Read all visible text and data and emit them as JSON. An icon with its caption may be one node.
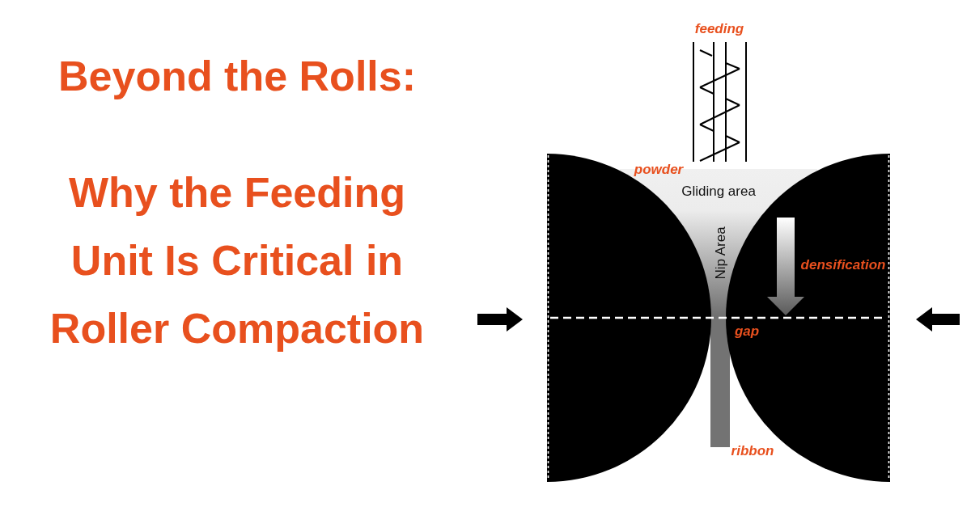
{
  "diagram": {
    "title": "Beyond the Rolls:",
    "labels": [
      "Why the Feeding Unit Is Critical in Roller Compaction",
      "feeding",
      "powder",
      "Gliding area",
      "Nip Area",
      "densification",
      "gap",
      "ribbon"
    ]
  }
}
